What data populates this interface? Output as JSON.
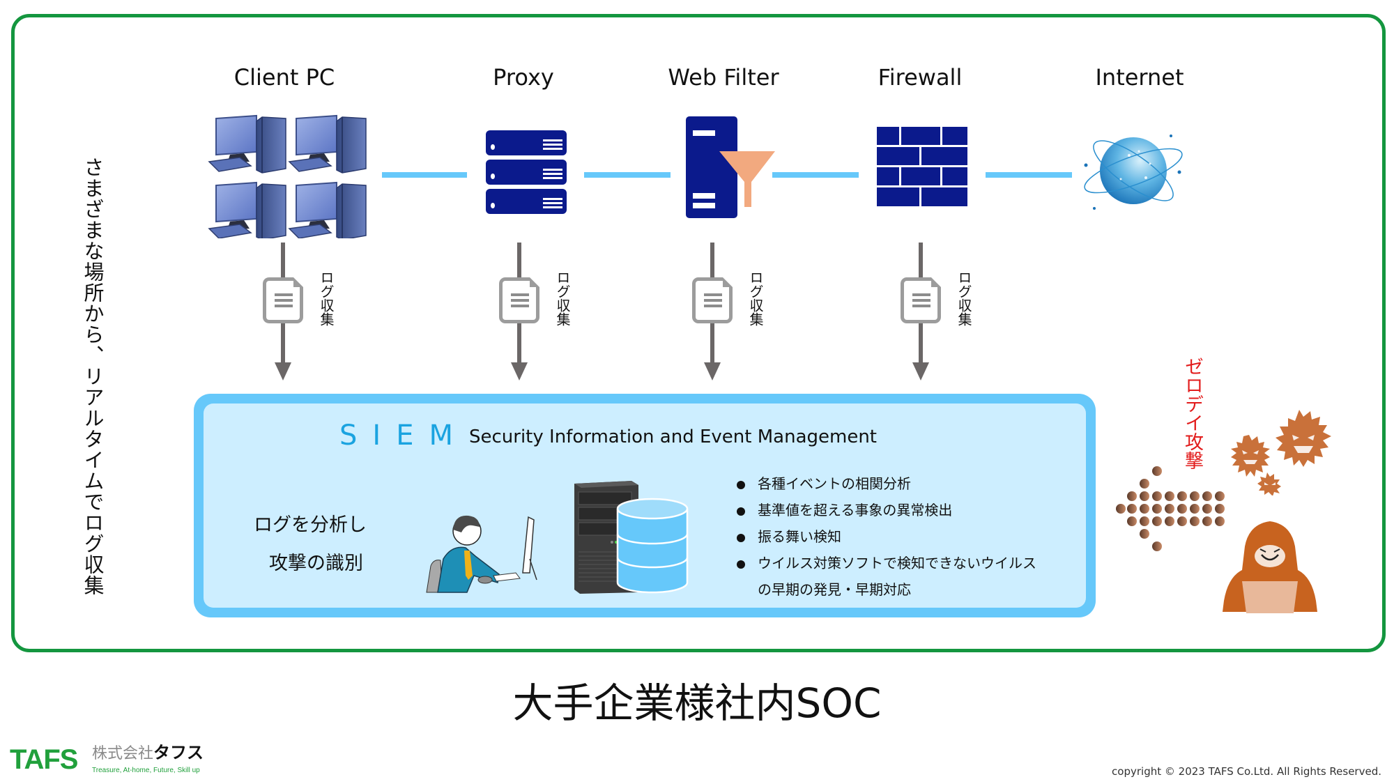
{
  "diagram": {
    "caption_left": "さまざまな場所から、リアルタイムでログ収集",
    "nodes": [
      {
        "label": "Client PC",
        "icon": "desktop-computers-icon"
      },
      {
        "label": "Proxy",
        "icon": "server-rack-icon"
      },
      {
        "label": "Web Filter",
        "icon": "filter-server-icon"
      },
      {
        "label": "Firewall",
        "icon": "brick-wall-icon"
      },
      {
        "label": "Internet",
        "icon": "globe-icon"
      }
    ],
    "log_collection_label": "ログ収集",
    "siem": {
      "acronym": "SIEM",
      "full_name": "Security Information and Event Management",
      "left_caption_line1": "ログを分析し",
      "left_caption_line2": "攻撃の識別",
      "bullets": [
        "各種イベントの相関分析",
        "基準値を超える事象の異常検出",
        "振る舞い検知",
        "ウイルス対策ソフトで検知できないウイルス"
      ],
      "bullet_continuation": "の早期の発見・早期対応"
    },
    "zero_day_label": "ゼロデイ攻撃"
  },
  "title": "大手企業様社内SOC",
  "footer": {
    "logo_mark": "TAFS",
    "company_name_gray": "株式会社",
    "company_name_bold": "タフス",
    "tagline": "Treasure, At-home, Future, Skill up",
    "copyright": "copyright © 2023 TAFS Co.Ltd. All Rights Reserved."
  },
  "colors": {
    "frame_green": "#14963f",
    "connector_blue": "#66c8fa",
    "icon_navy": "#0b1a8c",
    "siem_fill": "#cdeeff",
    "siem_border": "#66c8fa",
    "siem_accent": "#1aa3e0",
    "attack_red": "#e21b1b",
    "virus_orange": "#c9713a"
  }
}
